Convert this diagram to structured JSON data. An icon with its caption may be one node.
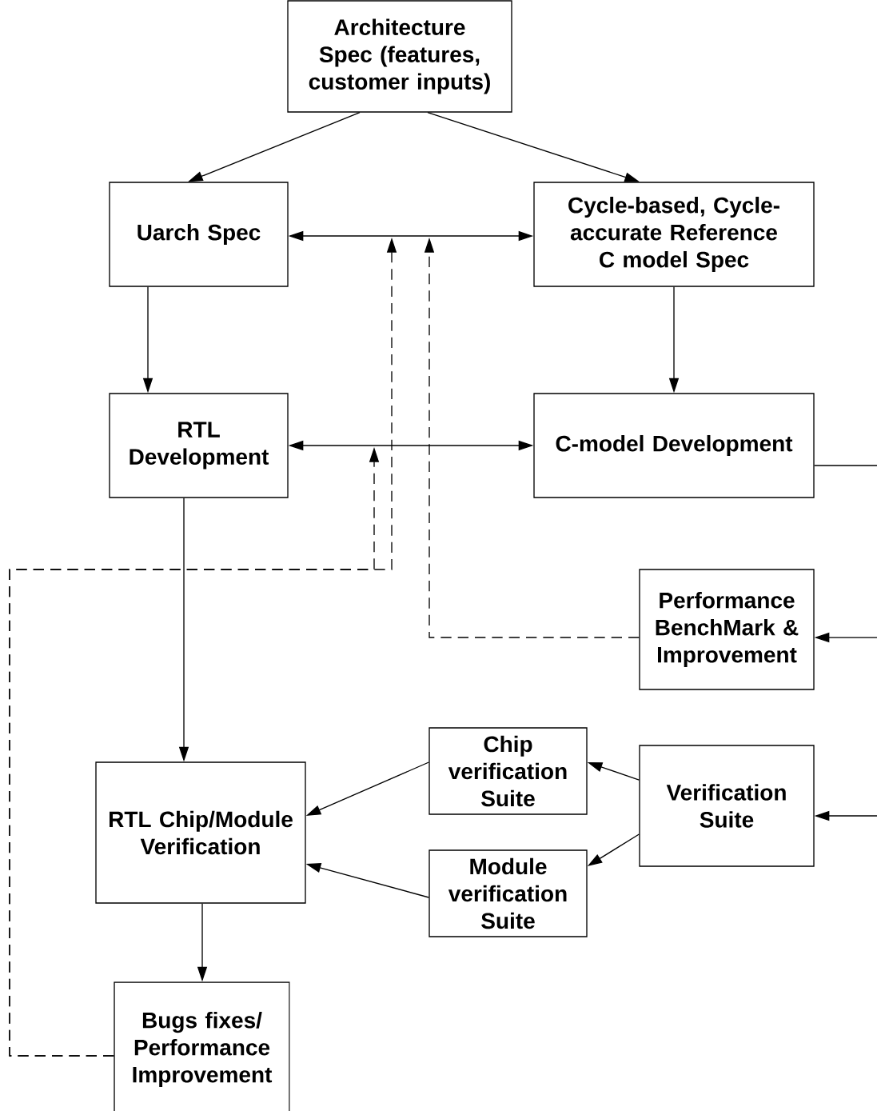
{
  "diagram": {
    "nodes": [
      {
        "text": [
          "Architecture Spec (features, customer inputs)"
        ]
      },
      {
        "text": [
          "Uarch Spec"
        ]
      },
      {
        "text": [
          "Cycle-based, Cycle-accurate Reference C model Spec"
        ]
      },
      {
        "text": [
          "RTL Development"
        ]
      },
      {
        "text": [
          "C-model Development"
        ]
      },
      {
        "text": [
          "Performance BenchMark & Improvement"
        ]
      },
      {
        "text": [
          "Chip verification Suite"
        ]
      },
      {
        "text": [
          "Verification Suite"
        ]
      },
      {
        "text": [
          "RTL Chip/Module Verification"
        ]
      },
      {
        "text": [
          "Module verification Suite"
        ]
      },
      {
        "text": [
          "Bugs fixes/ Performance Improvement"
        ]
      }
    ],
    "edges": [
      {
        "from": 0,
        "to": 1,
        "arrow": "to"
      },
      {
        "from": 0,
        "to": 2,
        "arrow": "to"
      },
      {
        "from": 1,
        "to": 2,
        "arrow": "both"
      },
      {
        "from": 1,
        "to": 3,
        "arrow": "to"
      },
      {
        "from": 2,
        "to": 4,
        "arrow": "to"
      },
      {
        "from": 3,
        "to": 4,
        "arrow": "both"
      },
      {
        "from": 3,
        "to": 8,
        "arrow": "to"
      },
      {
        "from": 7,
        "to": 6,
        "arrow": "to"
      },
      {
        "from": 7,
        "to": 9,
        "arrow": "to"
      },
      {
        "from": 6,
        "to": 8,
        "arrow": "to"
      },
      {
        "from": 9,
        "to": 8,
        "arrow": "to"
      },
      {
        "from": 8,
        "to": 10,
        "arrow": "to"
      },
      {
        "from": 4,
        "to": null,
        "arrow": "none"
      },
      {
        "from": null,
        "to": 5,
        "arrow": "to"
      },
      {
        "from": null,
        "to": 7,
        "arrow": "to"
      },
      {
        "from": 10,
        "to": null,
        "arrow": "to",
        "style": "dashed"
      },
      {
        "from": 10,
        "to": null,
        "arrow": "to",
        "style": "dashed"
      },
      {
        "from": 5,
        "to": null,
        "arrow": "to",
        "style": "dashed"
      }
    ]
  }
}
